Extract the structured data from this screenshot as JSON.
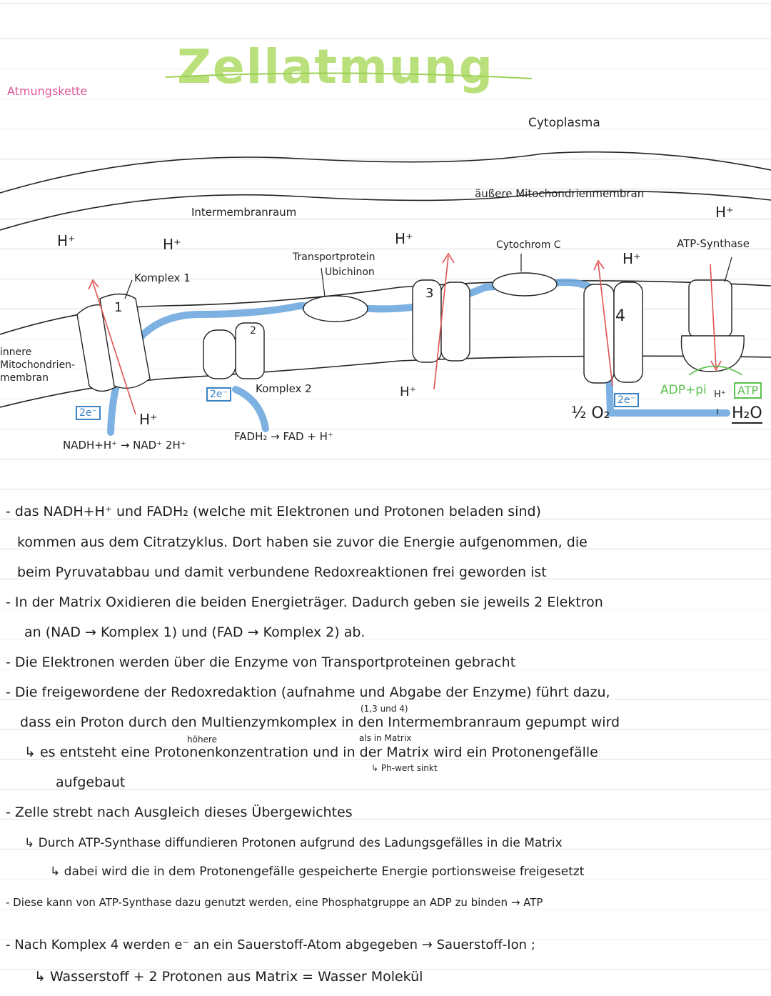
{
  "title": "Zellatmung",
  "subtitle": "Atmungskette",
  "diagram": {
    "cytoplasma": "Cytoplasma",
    "outer_membrane": "äußere Mitochondrienmembran",
    "intermembrane": "Intermembranraum",
    "inner_membrane": "innere Mitochondrien-membran",
    "komplex1": "Komplex 1",
    "komplex2": "Komplex 2",
    "transportprotein": "Transportprotein",
    "ubichinon": "Ubichinon",
    "cytochrom": "Cytochrom C",
    "atp_synthase": "ATP-Synthase",
    "hplus": "H⁺",
    "two_e": "2e⁻",
    "nadh_reaction": "NADH+H⁺ → NAD⁺ 2H⁺",
    "fadh_reaction": "FADH₂ → FAD + H⁺",
    "oxygen": "½ O₂",
    "water": "H₂O",
    "adp_pi": "ADP+pi",
    "atp": "ATP",
    "num1": "1",
    "num2": "2",
    "num3": "3",
    "num4": "4",
    "colors": {
      "title_green": "#b9e07a",
      "electron_blue": "#6ea8de",
      "arrow_red": "#e05050",
      "pink": "#e0559a",
      "green": "#5cc24f"
    }
  },
  "notes": [
    "- das NADH+H⁺ und FADH₂ (welche mit Elektronen und Protonen beladen sind)",
    "kommen aus dem Citratzyklus. Dort haben sie zuvor die Energie aufgenommen, die",
    "beim Pyruvatabbau und damit verbundene Redoxreaktionen frei geworden ist",
    "- In der Matrix Oxidieren die beiden Energieträger. Dadurch geben sie jeweils 2 Elektron",
    "an (NAD → Komplex 1) und (FAD → Komplex 2) ab.",
    "- Die Elektronen werden über die Enzyme von Transportproteinen gebracht",
    "- Die freigewordene der Redoxredaktion (aufnahme und Abgabe der Enzyme) führt dazu,",
    "dass ein Proton durch den Multienzymkomplex in den Intermembranraum gepumpt wird",
    "↳ es entsteht eine Protonenkonzentration und in der Matrix wird ein Protonengefälle",
    "aufgebaut",
    "- Zelle strebt nach Ausgleich dieses Übergewichtes",
    "↳ Durch ATP-Synthase diffundieren Protonen aufgrund des Ladungsgefälles in die Matrix",
    "↳ dabei wird die in dem Protonengefälle gespeicherte Energie portionsweise freigesetzt",
    "- Diese kann von ATP-Synthase dazu genutzt werden, eine Phosphatgruppe an ADP zu binden → ATP",
    "- Nach Komplex 4 werden e⁻ an ein Sauerstoff-Atom abgegeben → Sauerstoff-Ion ;",
    "↳ Wasserstoff + 2 Protonen aus Matrix = Wasser Molekül"
  ],
  "annotations": {
    "numbers": "(1,3 und 4)",
    "hoehere": "höhere",
    "als_in_matrix": "als in Matrix",
    "ph": "↳ Ph-wert sinkt"
  }
}
